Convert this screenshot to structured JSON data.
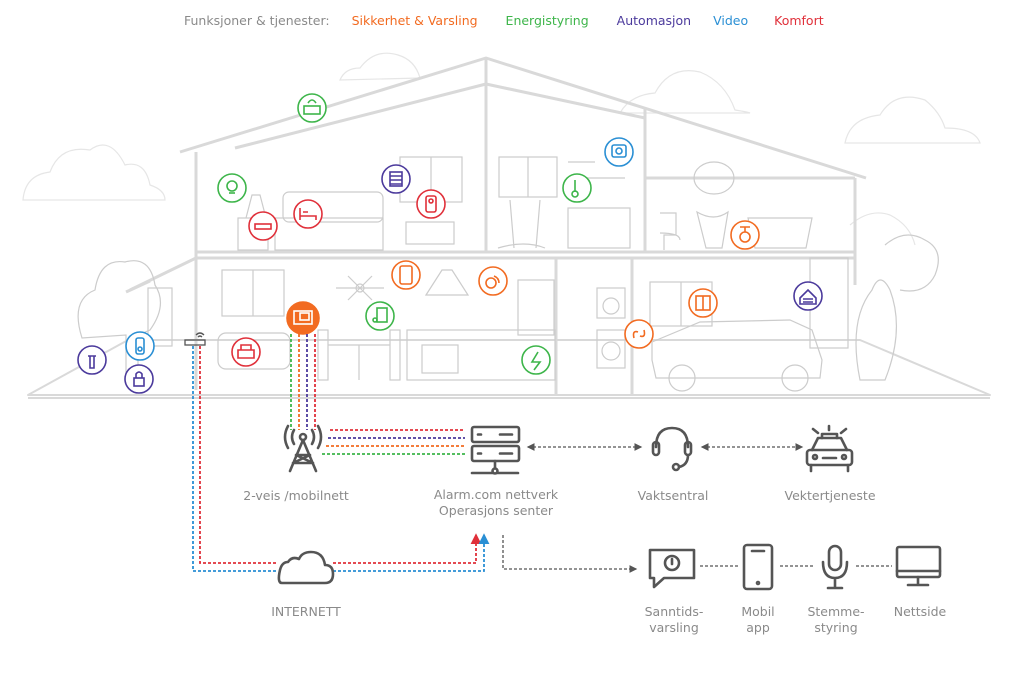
{
  "legend": {
    "prefix": "Funksjoner & tjenester:",
    "categories": [
      {
        "label": "Sikkerhet & Varsling",
        "color": "#f26b21"
      },
      {
        "label": "Energistyring",
        "color": "#3db54a"
      },
      {
        "label": "Automasjon",
        "color": "#4b3a9c"
      },
      {
        "label": "Video",
        "color": "#2a8fd4"
      },
      {
        "label": "Komfort",
        "color": "#e0303a"
      }
    ]
  },
  "colors": {
    "house_line": "#d9d9d9",
    "network_icon": "#555555",
    "label_text": "#8a8a8a",
    "security": "#f26b21",
    "energy": "#3db54a",
    "automation": "#4b3a9c",
    "video": "#2a8fd4",
    "comfort": "#e0303a"
  },
  "device_icons": [
    {
      "name": "solar-panel-icon",
      "category": "energy"
    },
    {
      "name": "smart-bulb-icon",
      "category": "energy"
    },
    {
      "name": "bed-sensor-icon",
      "category": "comfort"
    },
    {
      "name": "bed-icon",
      "category": "comfort"
    },
    {
      "name": "window-blinds-icon",
      "category": "automation"
    },
    {
      "name": "smart-speaker-icon",
      "category": "comfort"
    },
    {
      "name": "thermometer-icon",
      "category": "energy"
    },
    {
      "name": "video-camera-icon",
      "category": "video"
    },
    {
      "name": "water-valve-icon",
      "category": "security"
    },
    {
      "name": "thermostat-icon",
      "category": "security"
    },
    {
      "name": "smoke-detector-icon",
      "category": "security"
    },
    {
      "name": "temperature-sensor-icon",
      "category": "energy"
    },
    {
      "name": "energy-meter-icon",
      "category": "energy"
    },
    {
      "name": "control-panel-icon",
      "category": "security"
    },
    {
      "name": "armchair-icon",
      "category": "comfort"
    },
    {
      "name": "doorbell-camera-icon",
      "category": "video"
    },
    {
      "name": "smart-lock-icon",
      "category": "automation"
    },
    {
      "name": "sprinkler-icon",
      "category": "automation"
    },
    {
      "name": "flood-sensor-icon",
      "category": "security"
    },
    {
      "name": "window-sensor-icon",
      "category": "security"
    },
    {
      "name": "garage-door-icon",
      "category": "automation"
    }
  ],
  "network": {
    "tower_label": "2-veis /mobilnett",
    "server_label_line1": "Alarm.com nettverk",
    "server_label_line2": "Operasjons senter",
    "headset_label": "Vaktsentral",
    "guard_label": "Vektertjeneste",
    "internet_label": "INTERNETT",
    "endpoints": [
      {
        "line1": "Sanntids-",
        "line2": "varsling"
      },
      {
        "line1": "Mobil",
        "line2": "app"
      },
      {
        "line1": "Stemme-",
        "line2": "styring"
      },
      {
        "line1": "Nettside",
        "line2": ""
      }
    ]
  }
}
